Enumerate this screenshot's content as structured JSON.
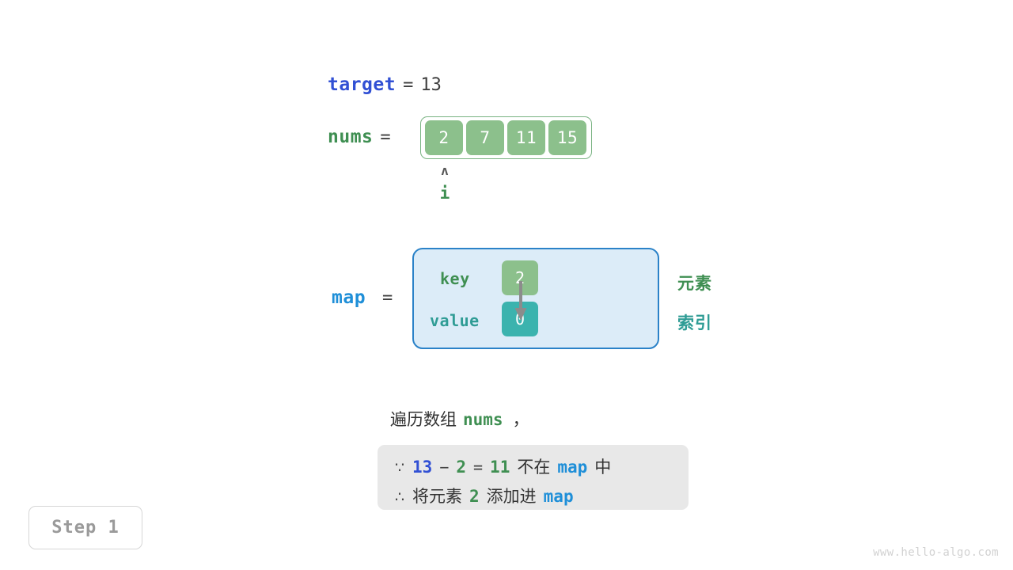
{
  "target": {
    "keyword": "target",
    "equals": "=",
    "value": "13"
  },
  "nums": {
    "keyword": "nums",
    "equals": "=",
    "cells": [
      "2",
      "7",
      "11",
      "15"
    ],
    "pointer": {
      "caret": "ʌ",
      "label": "i",
      "index": 0
    }
  },
  "map": {
    "keyword": "map",
    "equals": "=",
    "rows": [
      {
        "label": "key",
        "cell": "2",
        "side_label": "元素"
      },
      {
        "label": "value",
        "cell": "0",
        "side_label": "索引"
      }
    ]
  },
  "caption": {
    "lead": "遍历数组",
    "keyword": "nums",
    "tail": "，"
  },
  "explanation": {
    "line1": {
      "symbol": "∵",
      "a": "13",
      "op_minus": "−",
      "b": "2",
      "op_eq": "=",
      "c": "11",
      "text_mid": "不在",
      "map_word": "map",
      "text_end": "中"
    },
    "line2": {
      "symbol": "∴",
      "text_start": "将元素",
      "value": "2",
      "text_mid": "添加进",
      "map_word": "map"
    }
  },
  "step_badge": {
    "label": "Step 1"
  },
  "watermark": {
    "text": "www.hello-algo.com"
  },
  "colors": {
    "green": "#3f8f52",
    "cell_green": "#8cc08c",
    "teal": "#2f9c95",
    "cell_teal": "#3bb3ae",
    "blue_target": "#3150d4",
    "blue_map": "#1f8fd8",
    "map_box_border": "#2b82c8",
    "map_box_fill": "#dcecf8",
    "explain_bg": "#e8e8e8",
    "text": "#333333",
    "arrow_gray": "#8c8c8c",
    "badge_gray": "#9a9a9a",
    "watermark_gray": "#d2d2d2"
  }
}
